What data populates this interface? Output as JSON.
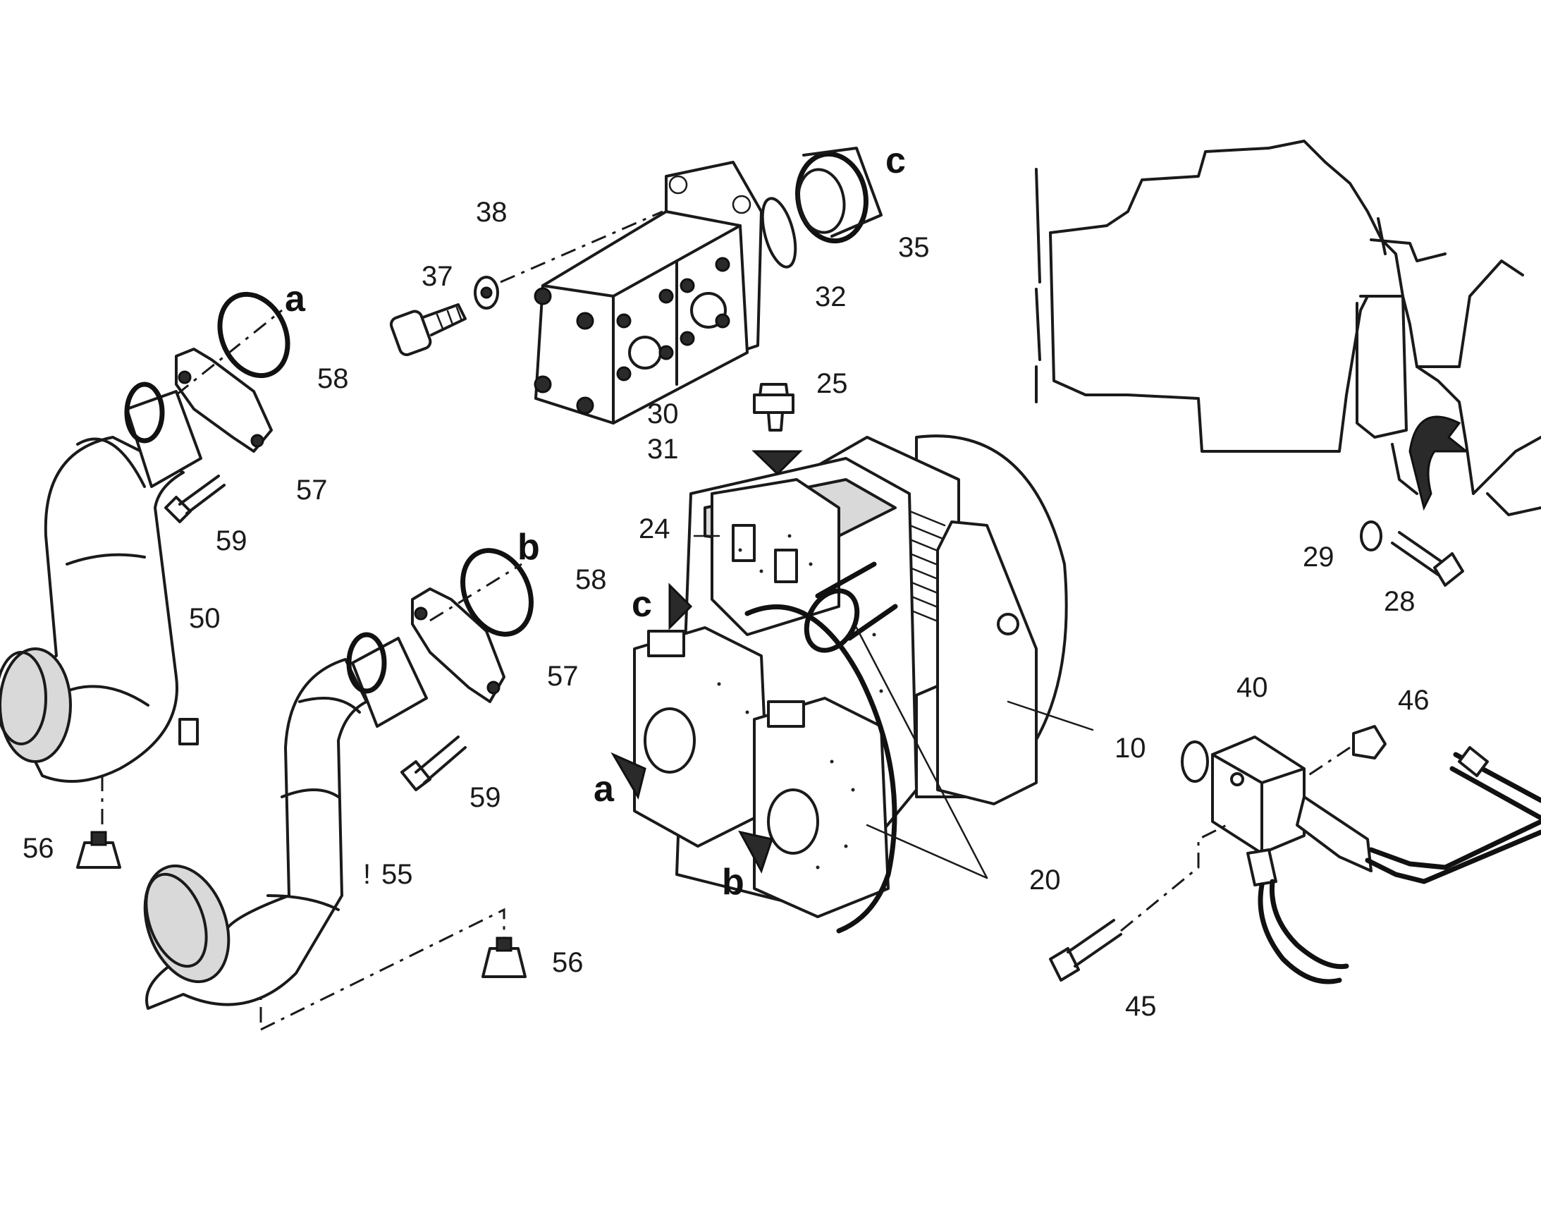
{
  "part_labels": {
    "p38": "38",
    "p37": "37",
    "p35": "35",
    "p32": "32",
    "p25": "25",
    "p30": "30",
    "p31": "31",
    "p58_top": "58",
    "p57_top": "57",
    "p59_top": "59",
    "p50": "50",
    "p24": "24",
    "p58_mid": "58",
    "p57_mid": "57",
    "p59_mid": "59",
    "p56_left": "56",
    "p55": "55",
    "p56_mid": "56",
    "p10": "10",
    "p20": "20",
    "p29": "29",
    "p28": "28",
    "p40": "40",
    "p46": "46",
    "p45": "45"
  },
  "ref_letters": {
    "a_top": "a",
    "b_top": "b",
    "c_top": "c",
    "c_mid": "c",
    "a_mid": "a",
    "b_mid": "b"
  },
  "prefix_55": "!"
}
